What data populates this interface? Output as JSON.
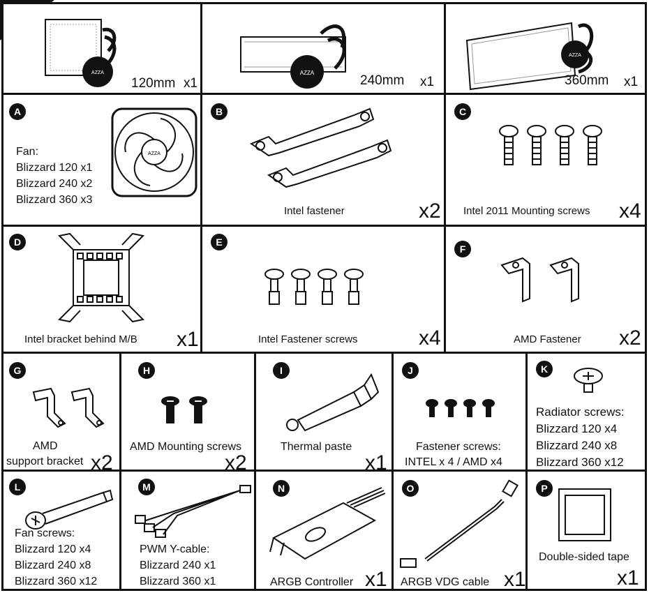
{
  "rows": {
    "radiators": [
      {
        "size": "120mm",
        "qty": "x1"
      },
      {
        "size": "240mm",
        "qty": "x1"
      },
      {
        "size": "360mm",
        "qty": "x1"
      }
    ]
  },
  "parts": {
    "A": {
      "badge": "A",
      "lines": [
        "Fan:",
        "Blizzard 120  x1",
        "Blizzard 240 x2",
        "Blizzard 360 x3"
      ]
    },
    "B": {
      "badge": "B",
      "label": "Intel fastener",
      "qty": "x2"
    },
    "C": {
      "badge": "C",
      "label": "Intel 2011 Mounting screws",
      "qty": "x4"
    },
    "D": {
      "badge": "D",
      "label": "Intel bracket behind M/B",
      "qty": "x1"
    },
    "E": {
      "badge": "E",
      "label": "Intel Fastener screws",
      "qty": "x4"
    },
    "F": {
      "badge": "F",
      "label": "AMD Fastener",
      "qty": "x2"
    },
    "G": {
      "badge": "G",
      "label1": "AMD",
      "label2": "support bracket",
      "qty": "x2"
    },
    "H": {
      "badge": "H",
      "label": "AMD Mounting screws",
      "qty": "x2"
    },
    "I": {
      "badge": "I",
      "label": "Thermal paste",
      "qty": "x1"
    },
    "J": {
      "badge": "J",
      "label1": "Fastener screws:",
      "label2": "INTEL x 4 / AMD x4"
    },
    "K": {
      "badge": "K",
      "lines": [
        "Radiator screws:",
        "Blizzard 120  x4",
        "Blizzard 240 x8",
        "Blizzard 360 x12"
      ]
    },
    "L": {
      "badge": "L",
      "lines": [
        "Fan screws:",
        "Blizzard 120  x4",
        "Blizzard 240 x8",
        "Blizzard 360 x12"
      ]
    },
    "M": {
      "badge": "M",
      "lines": [
        "PWM Y-cable:",
        "Blizzard 240 x1",
        "Blizzard 360 x1"
      ]
    },
    "N": {
      "badge": "N",
      "label": "ARGB Controller",
      "qty": "x1"
    },
    "O": {
      "badge": "O",
      "label": "ARGB VDG cable",
      "qty": "x1"
    },
    "P": {
      "badge": "P",
      "label": "Double-sided tape",
      "qty": "x1"
    }
  },
  "brand": "AZZA"
}
